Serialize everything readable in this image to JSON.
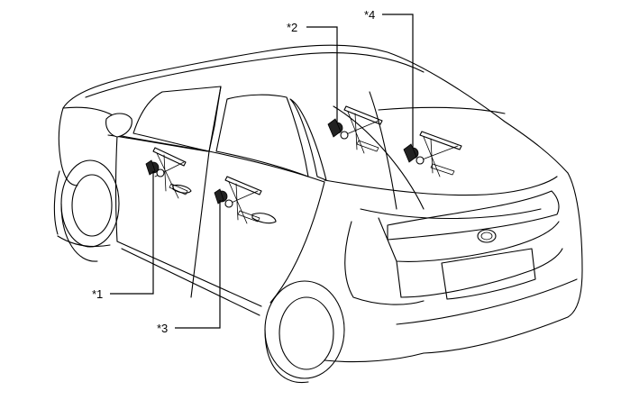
{
  "callouts": [
    {
      "id": "c1",
      "label": "*1"
    },
    {
      "id": "c2",
      "label": "*2"
    },
    {
      "id": "c3",
      "label": "*3"
    },
    {
      "id": "c4",
      "label": "*4"
    }
  ],
  "colors": {
    "line": "#000000",
    "background": "#ffffff"
  }
}
